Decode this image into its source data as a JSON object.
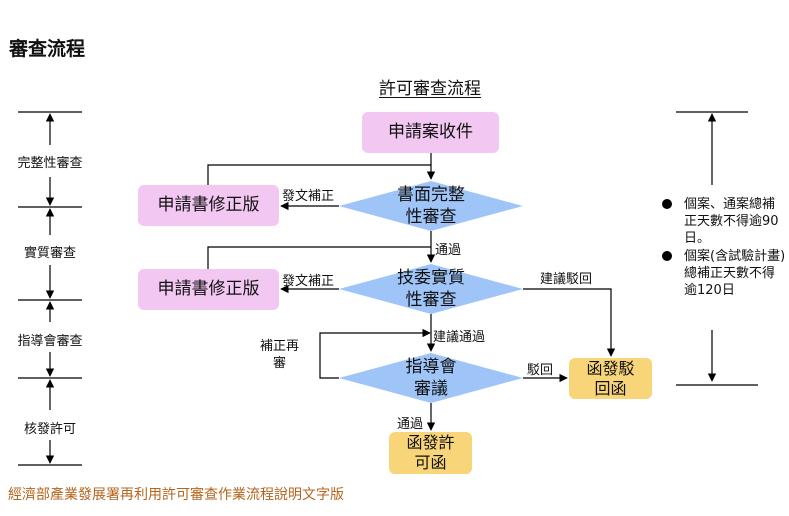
{
  "page_heading": "審查流程",
  "flow_title": "許可審查流程",
  "stages": [
    "完整性審查",
    "實質審查",
    "指導會審查",
    "核發許可"
  ],
  "nodes": {
    "apply": "申請案收件",
    "doc_review": "書面完整\n性審查",
    "revise1": "申請書修正版",
    "tech_review": "技委實質\n性審查",
    "revise2": "申請書修正版",
    "guide_review": "指導會\n審議",
    "reject": "函發駁\n回函",
    "permit": "函發許\n可函"
  },
  "edge_labels": {
    "supplement1": "發文補正",
    "pass1": "通過",
    "supplement2": "發文補正",
    "suggest_reject": "建議駁回",
    "suggest_pass": "建議通過",
    "re_review": "補正再\n審",
    "reject": "駁回",
    "pass2": "通過"
  },
  "notes": [
    "個案、通案總補正天數不得逾90日。",
    "個案(含試驗計畫)總補正天數不得逾120日"
  ],
  "footer": "經濟部產業發展署再利用許可審查作業流程說明文字版",
  "colors": {
    "process": "#f2c7f2",
    "decision": "#9fc5f8",
    "terminal": "#f9d57a",
    "footer_text": "#b5651d"
  }
}
